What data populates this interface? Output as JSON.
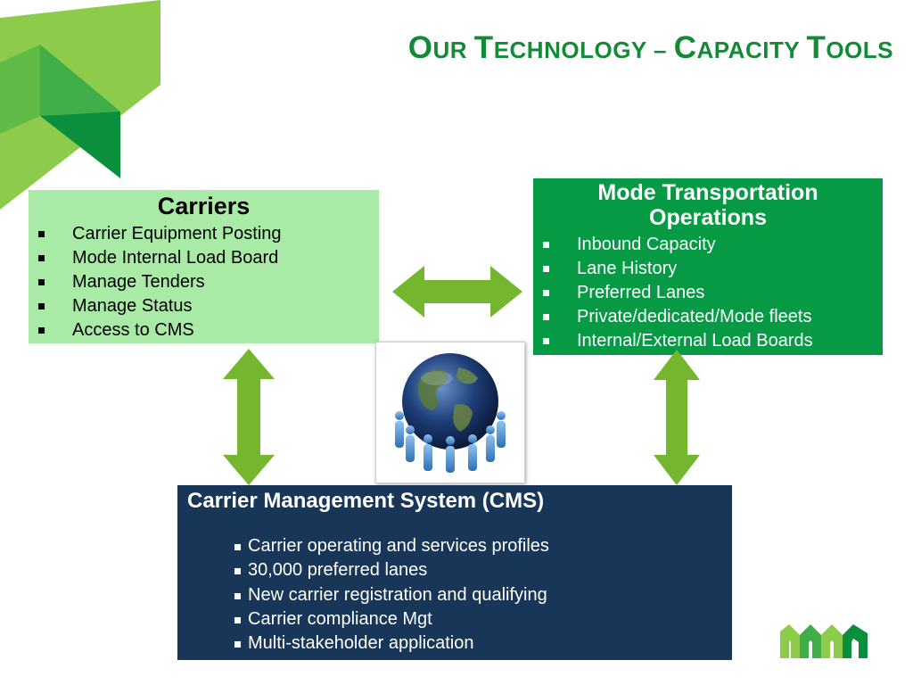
{
  "title": {
    "parts": [
      "O",
      "UR ",
      "T",
      "ECHNOLOGY – ",
      "C",
      "APACITY ",
      "T",
      "OOLS"
    ]
  },
  "carriers": {
    "heading": "Carriers",
    "items": [
      "Carrier Equipment Posting",
      "Mode Internal Load Board",
      "Manage Tenders",
      "Manage Status",
      "Access to CMS"
    ]
  },
  "mode_ops": {
    "heading_line1": "Mode Transportation",
    "heading_line2": "Operations",
    "items": [
      "Inbound Capacity",
      "Lane History",
      "Preferred Lanes",
      "Private/dedicated/Mode fleets",
      "Internal/External Load Boards"
    ]
  },
  "cms": {
    "heading": "Carrier Management System (CMS)",
    "items": [
      "Carrier operating and services profiles",
      "30,000 preferred lanes",
      "New carrier registration and qualifying",
      "Carrier compliance Mgt",
      "Multi-stakeholder application"
    ]
  },
  "colors": {
    "title_green": "#138a36",
    "carriers_bg": "#a9eaa6",
    "mode_ops_bg": "#079a45",
    "cms_bg": "#173658",
    "arrow_green": "#74b72f"
  },
  "icons": [
    "corner-logo",
    "double-arrow-horizontal",
    "double-arrow-vertical",
    "globe-people-icon",
    "mode-logo-icon"
  ]
}
